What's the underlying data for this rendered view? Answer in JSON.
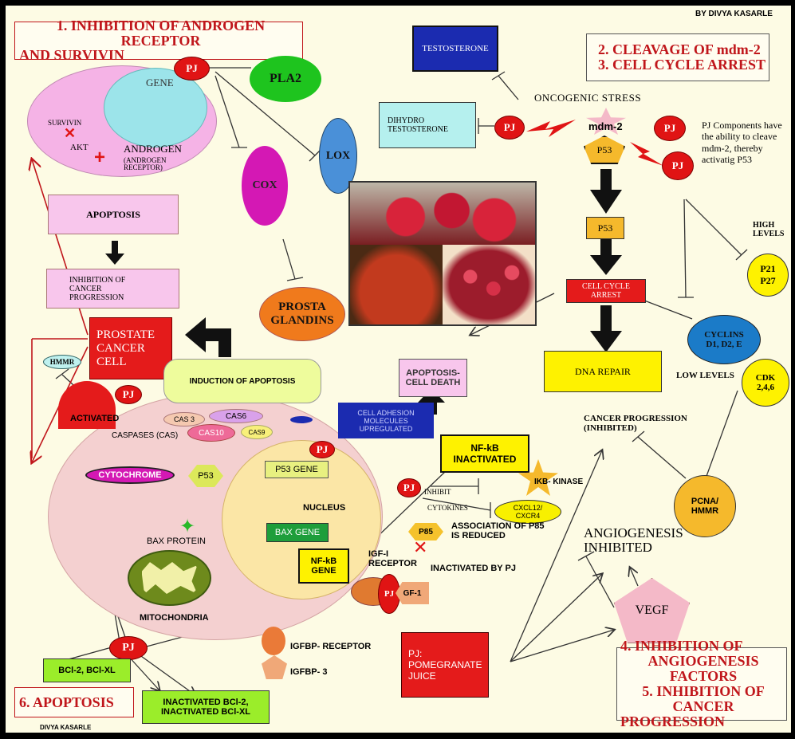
{
  "credit_top": "BY DIVYA KASARLE",
  "credit_bottom": "DIVYA KASARLE",
  "sections": {
    "s1_line1": "1. INHIBITION OF ANDROGEN RECEPTOR",
    "s1_line2": "AND SURVIVIN",
    "s23_line1": "2. CLEAVAGE OF mdm-2",
    "s23_line2": "3. CELL CYCLE ARREST",
    "s45_line1": "4. INHIBITION OF",
    "s45_line2": "ANGIOGENESIS FACTORS",
    "s45_line3": "5. INHIBITION OF CANCER",
    "s45_line4": "PROGRESSION",
    "s6": "6. APOPTOSIS"
  },
  "labels": {
    "pj": "PJ",
    "gene": "GENE",
    "survivin": "SURVIVIN",
    "akt": "AKT",
    "androgen": "ANDROGEN",
    "androgen_receptor": "(ANDROGEN RECEPTOR)",
    "pla2": "PLA2",
    "cox": "COX",
    "lox": "LOX",
    "prostaglandins_1": "PROSTA",
    "prostaglandins_2": "GLANDINS",
    "apoptosis": "APOPTOSIS",
    "inhibition_progression": "INHIBITION OF CANCER PROGRESSION",
    "prostate_cell": "PROSTATE CANCER CELL",
    "hmmr": "HMMR",
    "induction_apoptosis": "INDUCTION OF APOPTOSIS",
    "activated": "ACTIVATED",
    "cas3": "CAS 3",
    "cas6": "CAS6",
    "cas10": "CAS10",
    "cas9": "CAS9",
    "caspases": "CASPASES (CAS)",
    "cell_adhesion": "CELL ADHESION MOLECULES UPREGULATED",
    "cytochrome": "CYTOCHROME",
    "p53": "P53",
    "p53_gene": "P53 GENE",
    "nucleus": "NUCLEUS",
    "bax_gene": "BAX GENE",
    "bax_protein": "BAX PROTEIN",
    "nfkb_gene": "NF-kB GENE",
    "mitochondria": "MITOCHONDRIA",
    "bcl2": "BCl-2, BCl-XL",
    "inactivated_bcl": "INACTIVATED BCl-2, INACTIVATED BCl-XL",
    "igfbp_receptor": "IGFBP- RECEPTOR",
    "igfbp3": "IGFBP- 3",
    "igf_receptor": "IGF-I RECEPTOR",
    "gf1": "GF-1",
    "inactivated_by_pj": "INACTIVATED BY PJ",
    "pomegranate_juice": "PJ: POMEGRANATE JUICE",
    "apoptosis_death": "APOPTOSIS- CELL DEATH",
    "nfkb_inactivated": "NF-kB INACTIVATED",
    "inhibit": "INHIBIT",
    "cytokines": "CYTOKINES",
    "ikb_kinase": "IKB- KINASE",
    "cxcl": "CXCL12/ CXCR4",
    "p85": "P85",
    "p85_note": "ASSOCIATION OF P85 IS REDUCED",
    "testosterone": "TESTOSTERONE",
    "dihydro": "DIHYDRO TESTOSTERONE",
    "oncogenic_stress": "ONCOGENIC STRESS",
    "mdm2": "mdm-2",
    "pj_note": "PJ Components have the ability to cleave mdm-2, thereby activatig P53",
    "high_levels": "HIGH LEVELS",
    "p21p27": "P21 P27",
    "cell_cycle_arrest": "CELL CYCLE ARREST",
    "cyclins": "CYCLINS D1, D2, E",
    "low_levels": "LOW LEVELS",
    "cdk": "CDK 2,4,6",
    "dna_repair": "DNA REPAIR",
    "cancer_progression": "CANCER PROGRESSION (INHIBITED)",
    "pcna": "PCNA/ HMMR",
    "angiogenesis": "ANGIOGENESIS INHIBITED",
    "vegf": "VEGF"
  },
  "colors": {
    "background": "#fdfbe4",
    "section_red": "#c0161b",
    "pj_red": "#e01414",
    "cell_pink": "#f4d0d0",
    "nucleus_yellow": "#fbe6a6",
    "yellow_box": "#fef200",
    "green_box": "#58c84a",
    "blue_box": "#1b2bb0",
    "cyan_box": "#b5f0ee"
  }
}
